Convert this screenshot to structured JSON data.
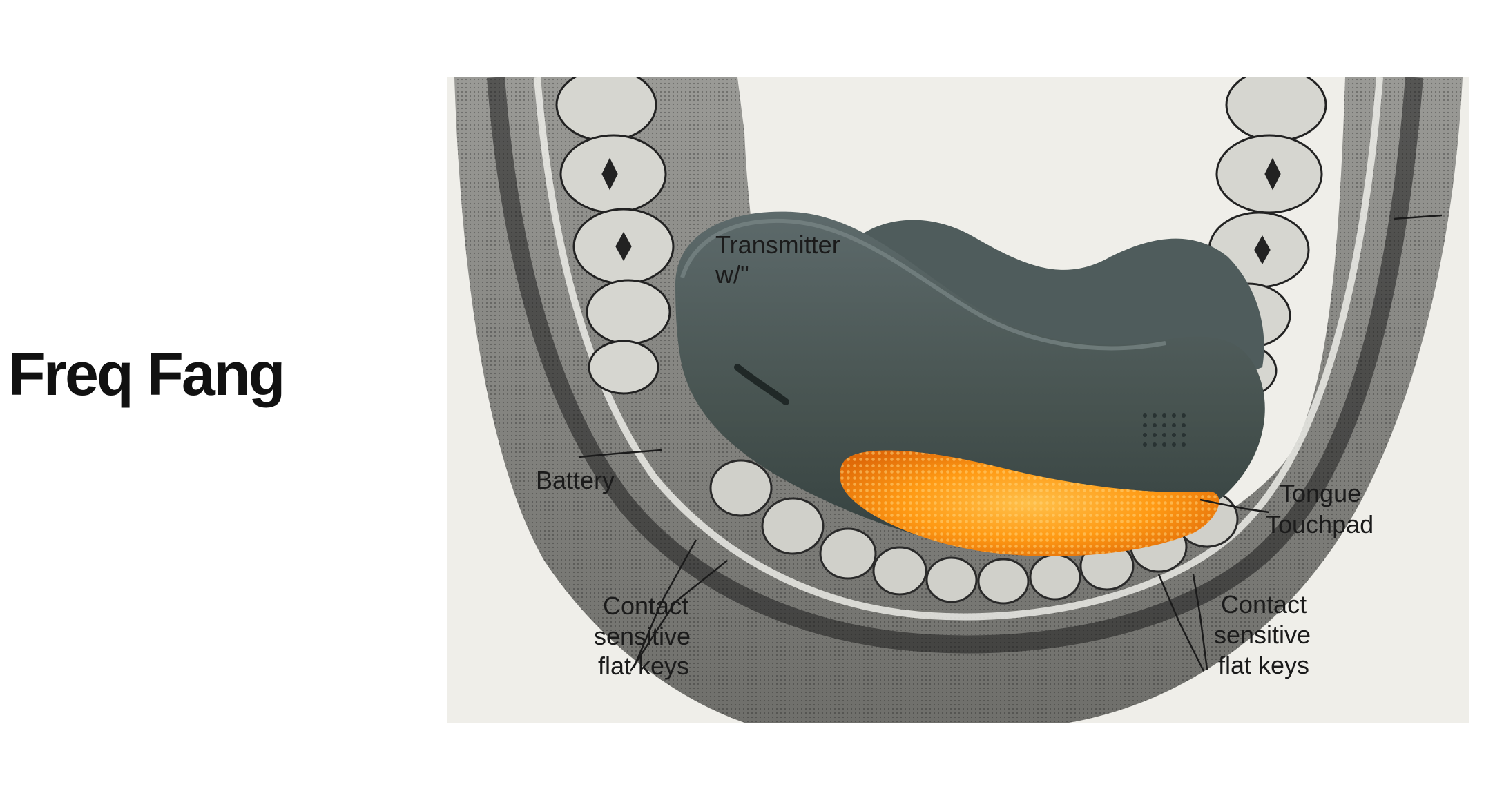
{
  "title": "Freq Fang",
  "colors": {
    "paper": "#efeee9",
    "jaw": "#8a8a86",
    "tooth": "#d8d8d2",
    "device": "#4b5859",
    "glow": "#ff9a14"
  },
  "labels": {
    "transmitter_line1": "Transmitter",
    "transmitter_line2": "w/\"",
    "battery": "Battery",
    "tongue_line1": "Tongue",
    "tongue_line2": "Touchpad",
    "contact_left_1": "Contact",
    "contact_left_2": "sensitive",
    "contact_left_3": "flat keys",
    "contact_right_1": "Contact",
    "contact_right_2": "sensitive",
    "contact_right_3": "flat keys"
  }
}
